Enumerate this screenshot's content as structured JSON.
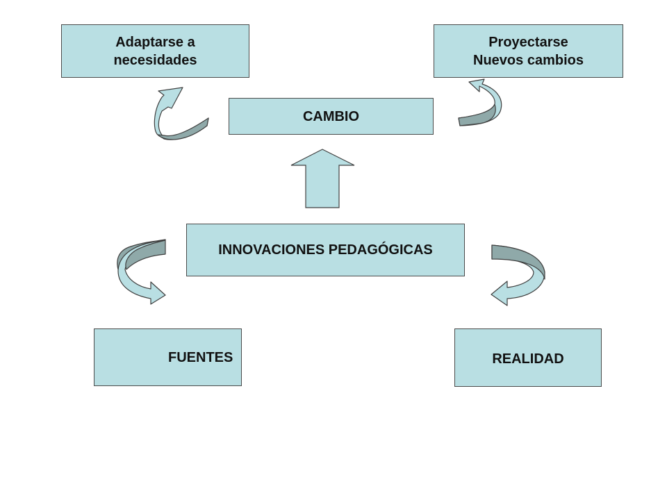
{
  "diagram": {
    "nodes": {
      "adaptarse": "Adaptarse a\nnecesidades",
      "proyectarse": "Proyectarse\nNuevos cambios",
      "cambio": "CAMBIO",
      "innovaciones": "INNOVACIONES PEDAGÓGICAS",
      "fuentes": "FUENTES",
      "realidad": "REALIDAD"
    },
    "colors": {
      "box_fill": "#b9dfe3",
      "arrow_light": "#b9dfe3",
      "arrow_dark": "#8fa9a9",
      "outline": "#4a4a4a"
    }
  }
}
